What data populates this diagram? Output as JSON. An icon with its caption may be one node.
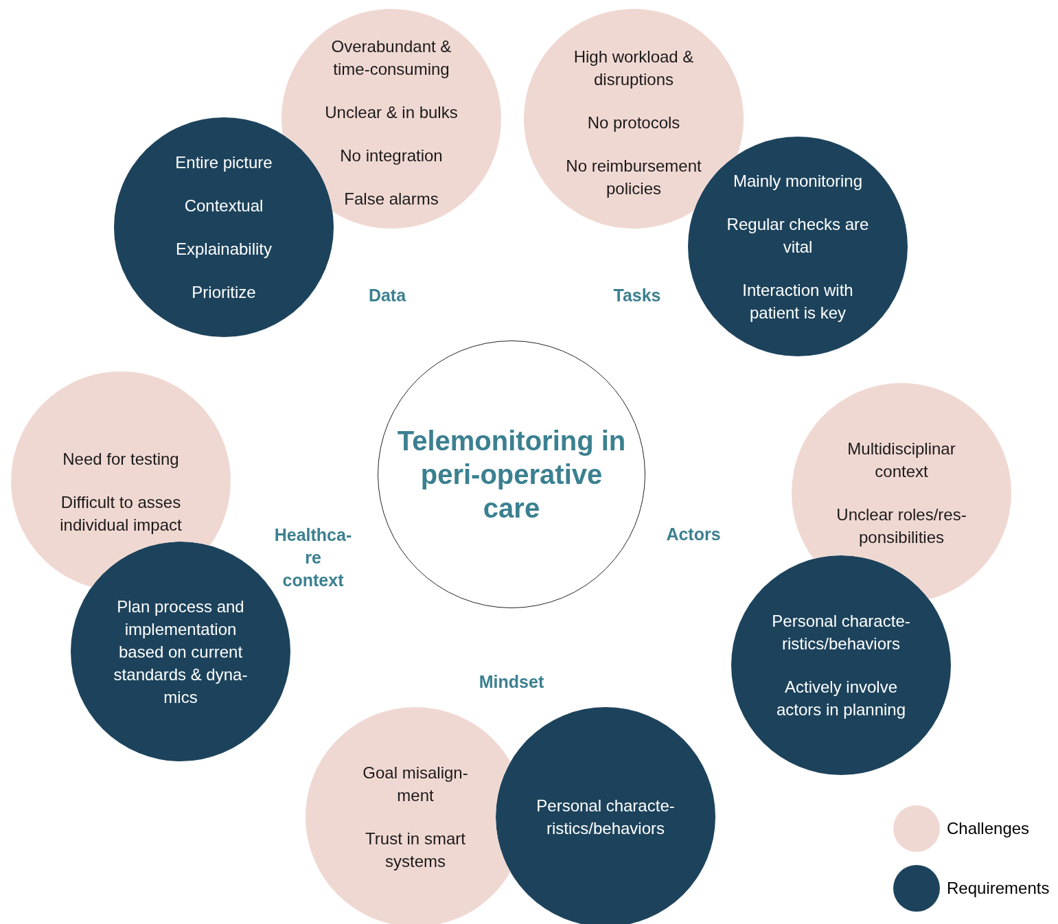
{
  "diagram": {
    "nodes": [
      {
        "text": [
          "Overabundant & time-consuming",
          "Unclear & in bulks",
          "No integration",
          "False alarms"
        ]
      },
      {
        "text": [
          "High workload & disruptions",
          "No protocols",
          "No reimbursement policies"
        ]
      },
      {
        "text": [
          "Entire picture",
          "Contextual",
          "Explainability",
          "Prioritize"
        ]
      },
      {
        "text": [
          "Mainly monitoring",
          "Regular checks are vital",
          "Interaction with patient is key"
        ]
      },
      {
        "text": [
          "Telemonitoring in peri-operative care"
        ]
      },
      {
        "text": [
          "Need for testing",
          "Difficult to asses individual impact"
        ]
      },
      {
        "text": [
          "Multidisciplinar context",
          "Unclear roles/res- ponsibilities"
        ]
      },
      {
        "text": [
          "Plan process and implementation based on current standards & dyna- mics"
        ]
      },
      {
        "text": [
          "Personal characte- ristics/behaviors",
          "Actively involve actors in planning"
        ]
      },
      {
        "text": [
          "Goal misalign- ment",
          "Trust in smart systems"
        ]
      },
      {
        "text": [
          "Personal characte- ristics/behaviors"
        ]
      }
    ],
    "labels": [
      "Data",
      "Tasks",
      "Healthca- re context",
      "Actors",
      "Mindset"
    ],
    "legend": [
      {
        "text": "Challenges",
        "color": "#f0d8d2"
      },
      {
        "text": "Requirements",
        "color": "#1d435c"
      }
    ]
  }
}
